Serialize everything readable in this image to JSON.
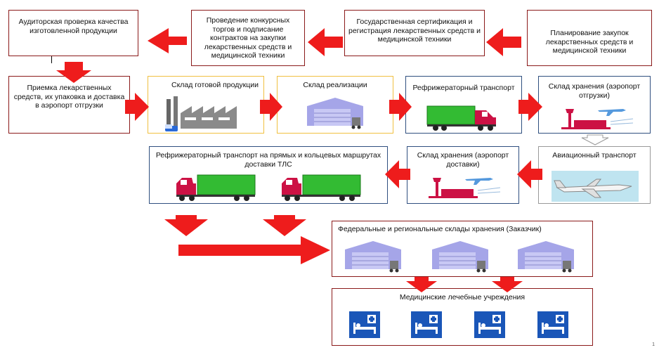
{
  "boxes": {
    "audit": "Аудиторская проверка качества изготовленной продукции",
    "tenders": "Проведение конкурсных торгов и подписание контрактов на закупки лекарственных средств и медицинской техники",
    "certification": "Государственная сертификация и регистрация лекарственных средств и медицинской техники",
    "planning": "Планирование закупок лекарственных средств и медицинской техники",
    "acceptance": "Приемка лекарственных средств, их упаковка и доставка в аэропорт отгрузки",
    "finished_goods": "Склад готовой продукции",
    "sales_warehouse": "Склад реализации",
    "refrigerated_transport": "Рефрижераторный транспорт",
    "storage_departure": "Склад хранения (аэропорт отгрузки)",
    "refrigerated_routes": "Рефрижераторный транспорт на прямых и кольцевых маршрутах доставки ТЛС",
    "storage_arrival": "Склад хранения (аэропорт доставки)",
    "air_transport": "Авиационный транспорт",
    "federal_warehouses": "Федеральные и региональные склады хранения (Заказчик)",
    "medical_institutions": "Медицинские лечебные учреждения"
  },
  "page_number": "1",
  "colors": {
    "arrow": "#ee1c1c",
    "warehouse": "#9999dd",
    "truck_body": "#33bb33",
    "truck_cab": "#cc1144",
    "medical_tile": "#1a56b8",
    "dark_border": "#8b1a1a",
    "gold_border": "#f0c040",
    "blue_border": "#2f4f7f"
  },
  "icons": [
    "factory-icon",
    "warehouse-icon",
    "truck-icon",
    "airport-icon",
    "airplane-icon",
    "hospital-bed-icon"
  ]
}
